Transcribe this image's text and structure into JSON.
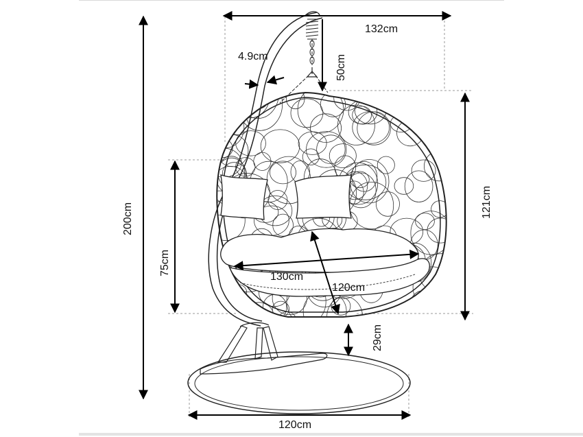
{
  "dimensions": {
    "width_top": "132cm",
    "tube_thickness": "4.9cm",
    "chain_length": "50cm",
    "total_height": "200cm",
    "pod_height": "121cm",
    "opening_height": "75cm",
    "cushion_width": "130cm",
    "cushion_depth": "120cm",
    "ground_clearance": "29cm",
    "base_diameter": "120cm"
  },
  "colors": {
    "line": "#222222",
    "dash": "#999999",
    "background": "#ffffff"
  }
}
